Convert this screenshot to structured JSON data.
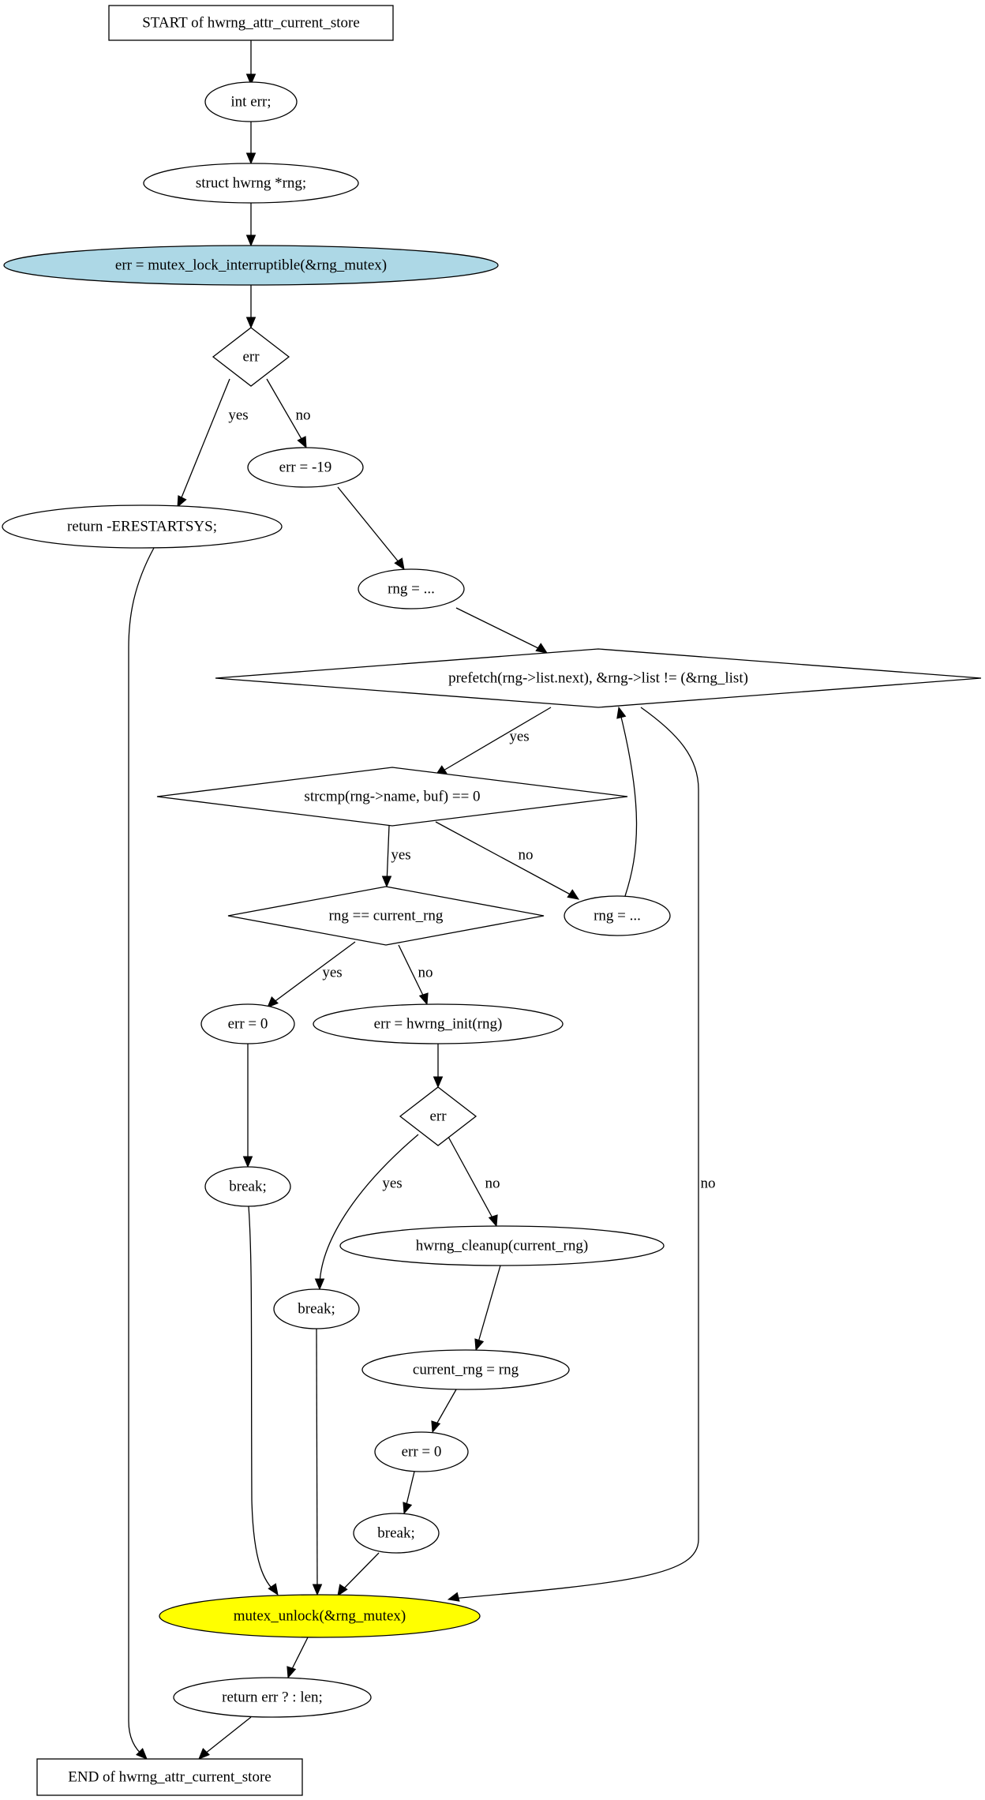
{
  "diagram": {
    "colors": {
      "default_fill": "#ffffff",
      "highlight_blue": "#add8e6",
      "highlight_yellow": "#ffff00",
      "stroke": "#000000"
    },
    "nodes": {
      "start": {
        "text": "START of hwrng_attr_current_store",
        "shape": "box",
        "fill": "#ffffff"
      },
      "int_err": {
        "text": "int err;",
        "shape": "ellipse",
        "fill": "#ffffff"
      },
      "struct_rng": {
        "text": "struct hwrng *rng;",
        "shape": "ellipse",
        "fill": "#ffffff"
      },
      "mutex_lock": {
        "text": "err = mutex_lock_interruptible(&rng_mutex)",
        "shape": "ellipse",
        "fill": "#add8e6"
      },
      "err_check_1": {
        "text": "err",
        "shape": "diamond",
        "fill": "#ffffff"
      },
      "return_erestartsys": {
        "text": "return -ERESTARTSYS;",
        "shape": "ellipse",
        "fill": "#ffffff"
      },
      "err_minus_19": {
        "text": "err = -19",
        "shape": "ellipse",
        "fill": "#ffffff"
      },
      "rng_init": {
        "text": "rng = ...",
        "shape": "ellipse",
        "fill": "#ffffff"
      },
      "loop_cond": {
        "text": "prefetch(rng->list.next), &rng->list != (&rng_list)",
        "shape": "diamond",
        "fill": "#ffffff"
      },
      "strcmp_cond": {
        "text": "strcmp(rng->name, buf) == 0",
        "shape": "diamond",
        "fill": "#ffffff"
      },
      "rng_next": {
        "text": "rng = ...",
        "shape": "ellipse",
        "fill": "#ffffff"
      },
      "current_cond": {
        "text": "rng == current_rng",
        "shape": "diamond",
        "fill": "#ffffff"
      },
      "err_zero_a": {
        "text": "err = 0",
        "shape": "ellipse",
        "fill": "#ffffff"
      },
      "hwrng_init": {
        "text": "err = hwrng_init(rng)",
        "shape": "ellipse",
        "fill": "#ffffff"
      },
      "err_check_2": {
        "text": "err",
        "shape": "diamond",
        "fill": "#ffffff"
      },
      "break_a": {
        "text": "break;",
        "shape": "ellipse",
        "fill": "#ffffff"
      },
      "hwrng_cleanup": {
        "text": "hwrng_cleanup(current_rng)",
        "shape": "ellipse",
        "fill": "#ffffff"
      },
      "break_b": {
        "text": "break;",
        "shape": "ellipse",
        "fill": "#ffffff"
      },
      "current_assign": {
        "text": "current_rng = rng",
        "shape": "ellipse",
        "fill": "#ffffff"
      },
      "err_zero_b": {
        "text": "err = 0",
        "shape": "ellipse",
        "fill": "#ffffff"
      },
      "break_c": {
        "text": "break;",
        "shape": "ellipse",
        "fill": "#ffffff"
      },
      "mutex_unlock": {
        "text": "mutex_unlock(&rng_mutex)",
        "shape": "ellipse",
        "fill": "#ffff00"
      },
      "return_len": {
        "text": "return err ? : len;",
        "shape": "ellipse",
        "fill": "#ffffff"
      },
      "end": {
        "text": "END of hwrng_attr_current_store",
        "shape": "box",
        "fill": "#ffffff"
      }
    },
    "edges": [
      {
        "from": "start",
        "to": "int_err",
        "label": ""
      },
      {
        "from": "int_err",
        "to": "struct_rng",
        "label": ""
      },
      {
        "from": "struct_rng",
        "to": "mutex_lock",
        "label": ""
      },
      {
        "from": "mutex_lock",
        "to": "err_check_1",
        "label": ""
      },
      {
        "from": "err_check_1",
        "to": "return_erestartsys",
        "label": "yes"
      },
      {
        "from": "err_check_1",
        "to": "err_minus_19",
        "label": "no"
      },
      {
        "from": "return_erestartsys",
        "to": "end",
        "label": ""
      },
      {
        "from": "err_minus_19",
        "to": "rng_init",
        "label": ""
      },
      {
        "from": "rng_init",
        "to": "loop_cond",
        "label": ""
      },
      {
        "from": "loop_cond",
        "to": "strcmp_cond",
        "label": "yes"
      },
      {
        "from": "loop_cond",
        "to": "mutex_unlock",
        "label": "no"
      },
      {
        "from": "strcmp_cond",
        "to": "current_cond",
        "label": "yes"
      },
      {
        "from": "strcmp_cond",
        "to": "rng_next",
        "label": "no"
      },
      {
        "from": "rng_next",
        "to": "loop_cond",
        "label": ""
      },
      {
        "from": "current_cond",
        "to": "err_zero_a",
        "label": "yes"
      },
      {
        "from": "current_cond",
        "to": "hwrng_init",
        "label": "no"
      },
      {
        "from": "err_zero_a",
        "to": "break_a",
        "label": ""
      },
      {
        "from": "break_a",
        "to": "mutex_unlock",
        "label": ""
      },
      {
        "from": "hwrng_init",
        "to": "err_check_2",
        "label": ""
      },
      {
        "from": "err_check_2",
        "to": "break_b",
        "label": "yes"
      },
      {
        "from": "err_check_2",
        "to": "hwrng_cleanup",
        "label": "no"
      },
      {
        "from": "break_b",
        "to": "mutex_unlock",
        "label": ""
      },
      {
        "from": "hwrng_cleanup",
        "to": "current_assign",
        "label": ""
      },
      {
        "from": "current_assign",
        "to": "err_zero_b",
        "label": ""
      },
      {
        "from": "err_zero_b",
        "to": "break_c",
        "label": ""
      },
      {
        "from": "break_c",
        "to": "mutex_unlock",
        "label": ""
      },
      {
        "from": "mutex_unlock",
        "to": "return_len",
        "label": ""
      },
      {
        "from": "return_len",
        "to": "end",
        "label": ""
      }
    ]
  }
}
